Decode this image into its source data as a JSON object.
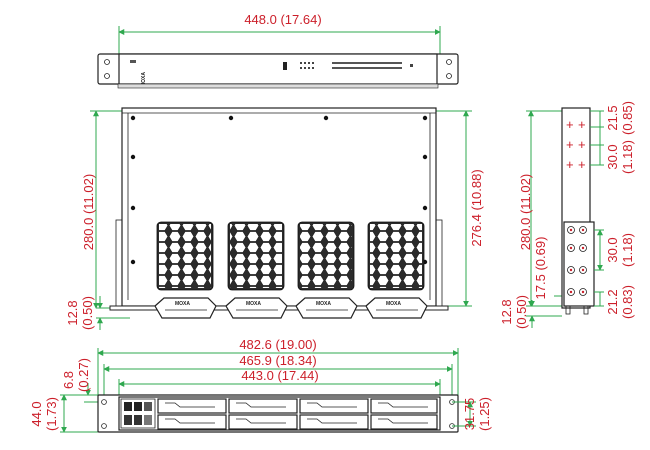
{
  "brand": "MOXA",
  "dimensions": {
    "top_width": "448.0 (17.64)",
    "front_height": "280.0 (11.02)",
    "front_inner_height": "276.4 (10.88)",
    "front_foot_mm": "12.8",
    "front_foot_in": "(0.50)",
    "side_height": "280.0 (11.02)",
    "side_foot_mm": "12.8",
    "side_foot_in": "(0.50)",
    "side_offset": "17.5 (0.69)",
    "side_top_mm": "21.5",
    "side_top_in": "(0.85)",
    "side_mid_mm": "30.0",
    "side_mid_in": "(1.18)",
    "side_low_mm": "30.0",
    "side_low_in": "(1.18)",
    "side_bottom_mm": "21.2",
    "side_bottom_in": "(0.83)",
    "width_total": "482.6 (19.00)",
    "width_holes": "465.9 (18.34)",
    "width_body": "443.0 (17.44)",
    "ear_offset_mm": "6.8",
    "ear_offset_in": "(0.27)",
    "height_mm": "44.0",
    "height_in": "(1.73)",
    "hole_spacing_mm": "31.75",
    "hole_spacing_in": "(1.25)"
  },
  "colors": {
    "dimension_text": "#cc1f2a",
    "dimension_line": "#2fa84f",
    "outline": "#222222"
  }
}
